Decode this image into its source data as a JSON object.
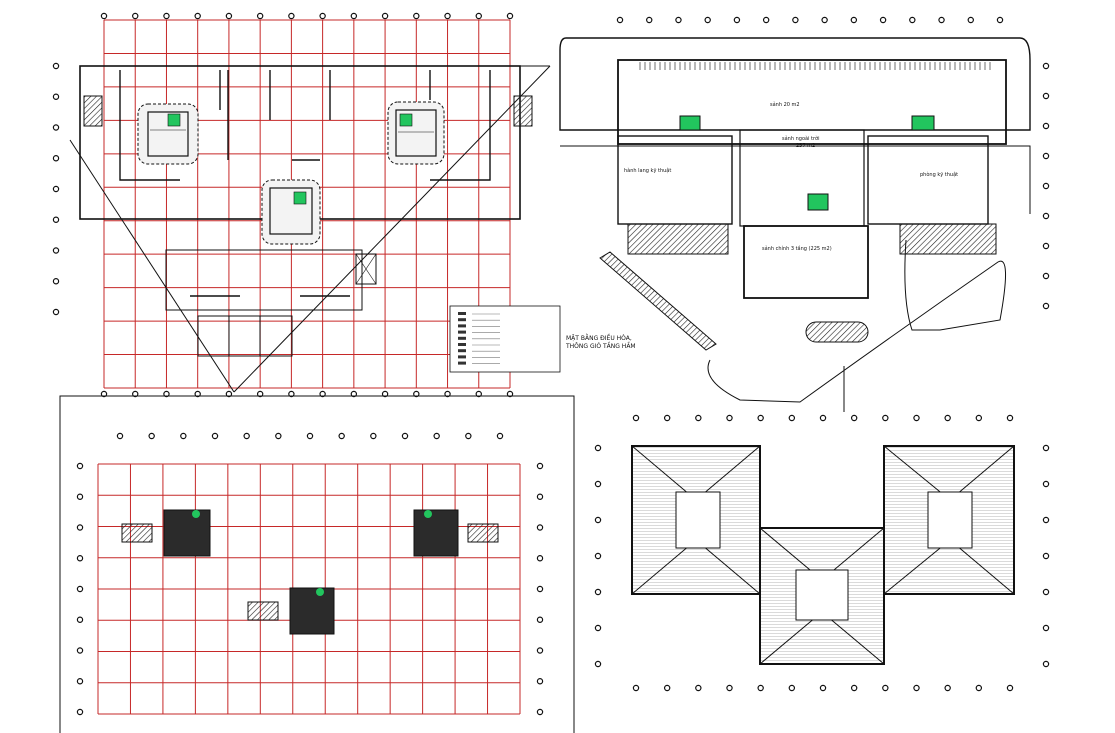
{
  "colors": {
    "grid": "#c62828",
    "wall": "#111111",
    "paper": "#ffffff",
    "lift": "#22c55e",
    "hatch": "#333333"
  },
  "top_right_plan": {
    "labels": {
      "hall": "sảnh ngoài trời",
      "foyer": "sảnh ngoài trời",
      "foyer_area": "257 m2",
      "left_room": "hành lang kỹ thuật",
      "right_room": "phòng kỹ thuật",
      "lobby": "sảnh chính 3 tầng (225 m2)",
      "top_hall": "sảnh 20 m2"
    }
  },
  "top_left_plan": {
    "legend_title": "",
    "legend_items": [
      "",
      "",
      "",
      "",
      "",
      "",
      "",
      "",
      ""
    ]
  },
  "legend_caption": {
    "line1": "MẶT BẰNG ĐIỀU HÒA,",
    "line2": "THÔNG GIÓ TẦNG HẦM"
  }
}
